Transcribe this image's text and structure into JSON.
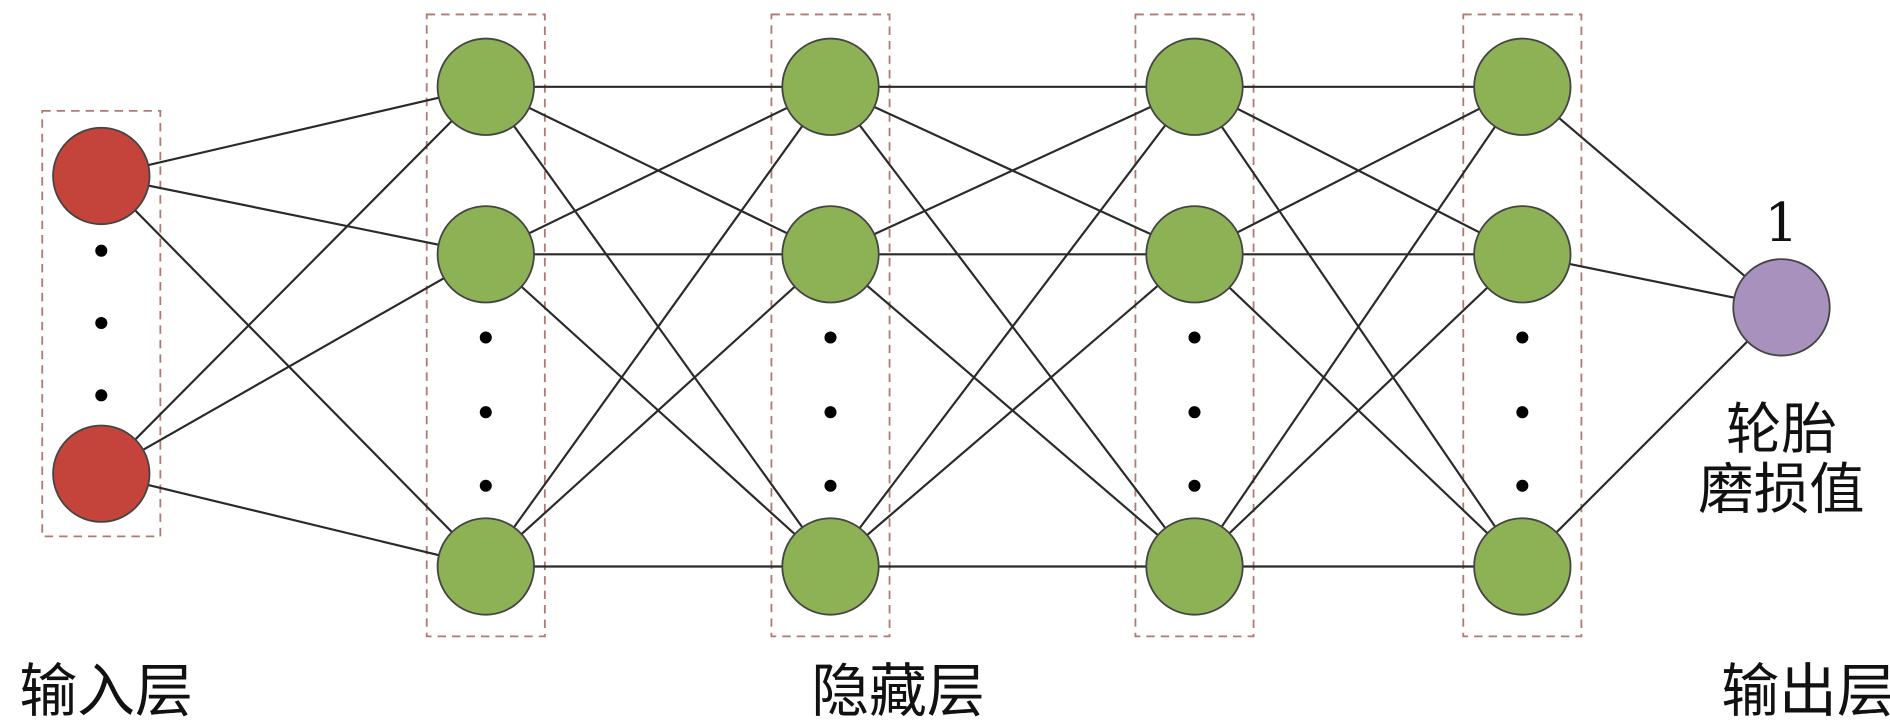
{
  "title": "neural network structure",
  "colors": {
    "input": "#c4443c",
    "hidden": "#8db255",
    "output": "#a892bd",
    "edge": "#2a2a2a",
    "box": "#b07a72"
  },
  "layers": [
    {
      "kind": "input",
      "nodes_shown": 2,
      "ellipsis": true
    },
    {
      "kind": "hidden",
      "nodes_shown": 3,
      "ellipsis": true
    },
    {
      "kind": "hidden",
      "nodes_shown": 3,
      "ellipsis": true
    },
    {
      "kind": "hidden",
      "nodes_shown": 3,
      "ellipsis": true
    },
    {
      "kind": "hidden",
      "nodes_shown": 3,
      "ellipsis": true
    },
    {
      "kind": "output",
      "nodes_shown": 1,
      "ellipsis": false
    }
  ],
  "labels": {
    "input_layer": "输入层",
    "hidden_layer": "隐藏层",
    "output_layer": "输出层",
    "output_count": "1",
    "output_name_line1": "轮胎",
    "output_name_line2": "磨损值"
  }
}
